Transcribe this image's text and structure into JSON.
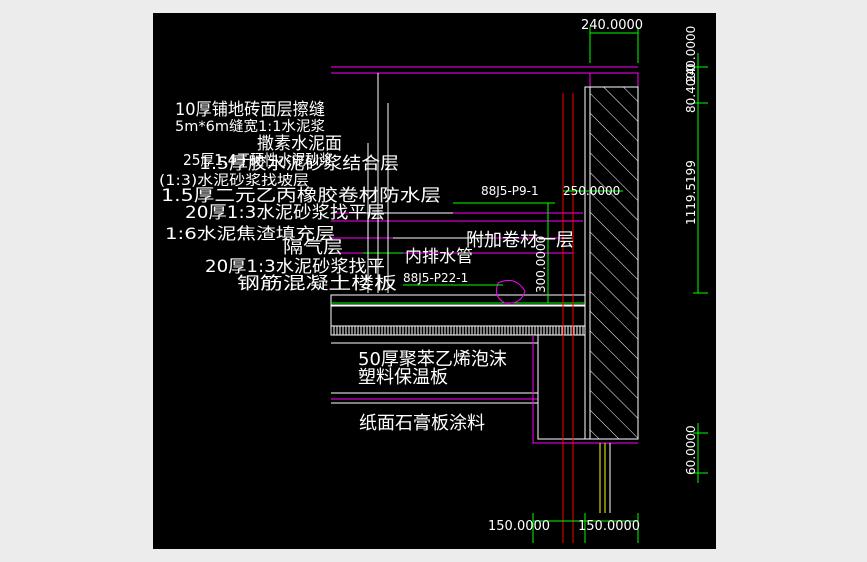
{
  "drawing": {
    "background_color": "#000000",
    "window_color": "#ececec",
    "colors": {
      "magenta": "#ff00ff",
      "green": "#00ff00",
      "red": "#ff0000",
      "white": "#ffffff",
      "yellow": "#ffff00",
      "cyan": "#00ffff"
    },
    "dimensions": {
      "top_width": "240.0000",
      "right_top": "80.4000",
      "right_top_overlap": "240.0000",
      "right_height": "1119.5199",
      "right_bottom": "60.0000",
      "vertical_inner": "300.0000",
      "inner_horizontal": "250.0000",
      "bottom_left": "150.0000",
      "bottom_right": "150.0000"
    },
    "layers": [
      "10厚铺地砖面层擦缝",
      "5m*6m缝宽1:1水泥浆",
      "撒素水泥面",
      "25厚1:4干硬性水泥砂浆",
      "1.5厚胶水泥砂浆结合层",
      "(1:3)水泥砂浆找坡层",
      "1.5厚二元乙丙橡胶卷材防水层",
      "20厚1:3水泥砂浆找平层",
      "1:6水泥焦渣填充层",
      "隔气层",
      "20厚1:3水泥砂浆找平",
      "钢筋混凝土楼板"
    ],
    "refs": {
      "ref_top": "88J5-P9-1",
      "ref_mid": "88J5-P22-1"
    },
    "notes": {
      "extra_layer": "附加卷材一层",
      "inner_drain": "内排水管",
      "insulation_1": "50厚聚苯乙烯泡沫",
      "insulation_2": "塑料保温板",
      "ceiling": "纸面石膏板涂料"
    }
  }
}
